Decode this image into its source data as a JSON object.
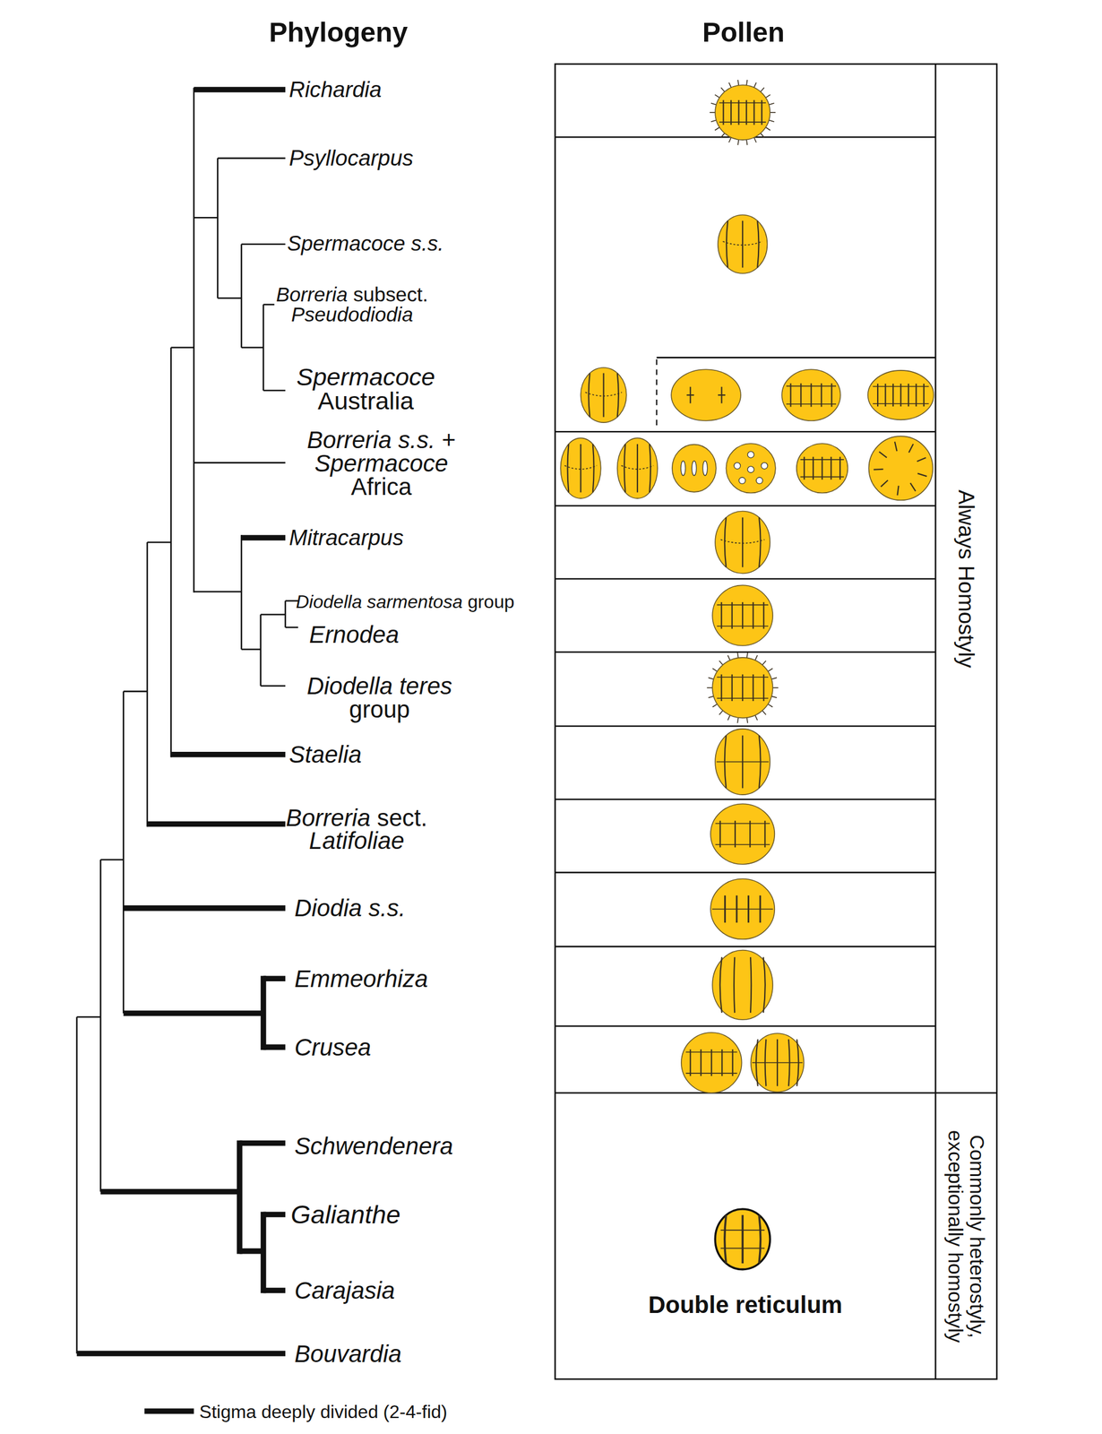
{
  "diagram": {
    "nodes": [
      {
        "text": [
          "Double reticulum"
        ]
      },
      {
        "text": [
          "Always Homostyly"
        ]
      },
      {
        "text": [
          "Commonly heterostyly, exceptionally homostyly"
        ]
      }
    ],
    "labels": [
      "Phylogeny",
      "Pollen",
      "Richardia",
      "Psyllocarpus",
      "Spermacoce s.s.",
      "Borreria subsect. Pseudodiodia",
      "Spermacoce Australia",
      "Borreria s.s. + Spermacoce Africa",
      "Mitracarpus",
      "Diodella sarmentosa group",
      "Ernodea",
      "Diodella teres group",
      "Staelia",
      "Borreria sect. Latifoliae",
      "Diodia s.s.",
      "Emmeorhiza",
      "Crusea",
      "Schwendenera",
      "Galianthe",
      "Carajasia",
      "Bouvardia"
    ],
    "legend": [
      {
        "text": "Stigma deeply divided (2-4-fid)"
      }
    ]
  }
}
